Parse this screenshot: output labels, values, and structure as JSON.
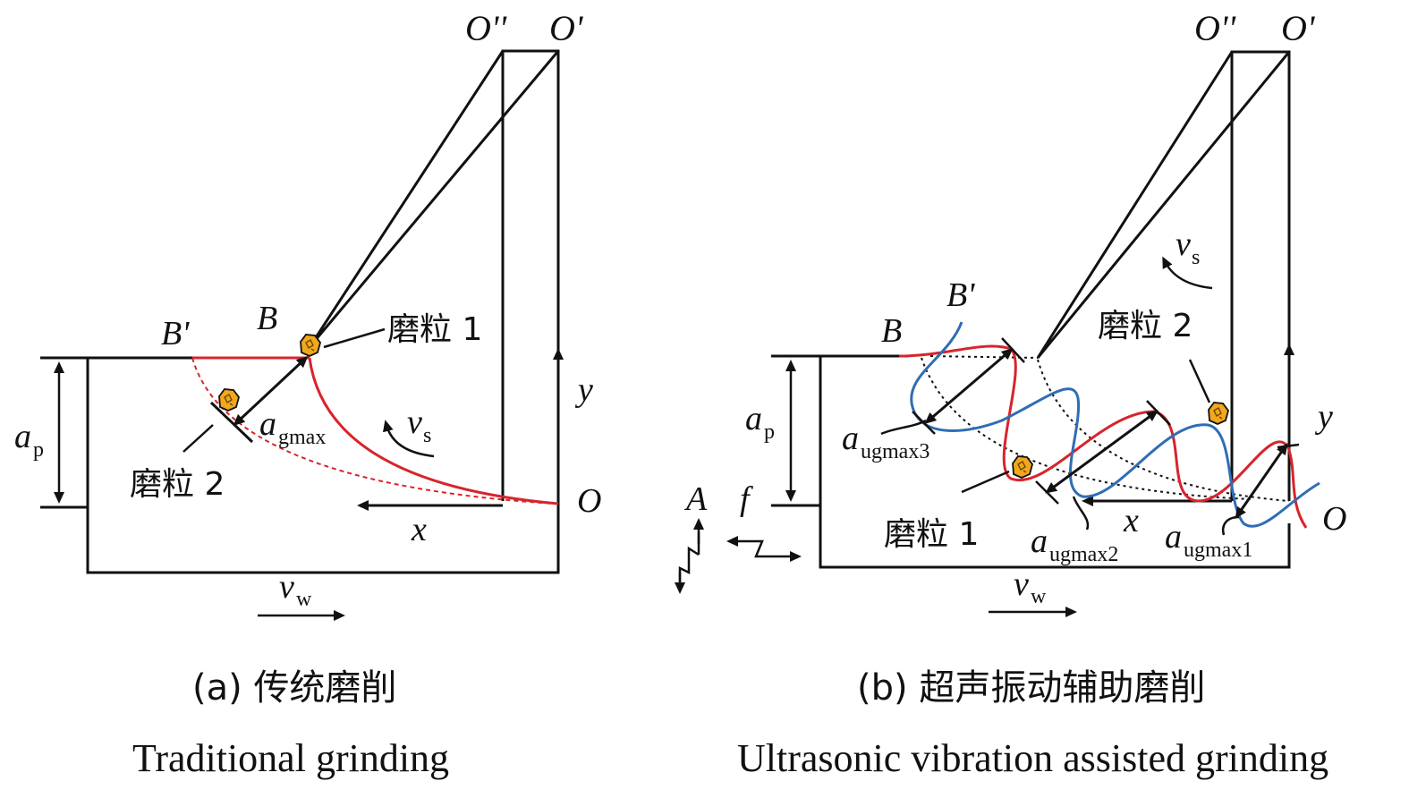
{
  "panel_a": {
    "labels": {
      "o2": "O''",
      "o1": "O'",
      "b_prime": "B'",
      "b": "B",
      "grain1": "磨粒 1",
      "grain2": "磨粒 2",
      "y": "y",
      "x": "x",
      "o": "O",
      "ap": "a",
      "ap_sub": "p",
      "agmax": "a",
      "agmax_sub": "gmax",
      "vs": "v",
      "vs_sub": "s",
      "vw": "v",
      "vw_sub": "w"
    },
    "caption_cn": "(a) 传统磨削",
    "caption_en": "Traditional grinding"
  },
  "panel_b": {
    "labels": {
      "o2": "O''",
      "o1": "O'",
      "b_prime": "B'",
      "b": "B",
      "grain1": "磨粒 1",
      "grain2": "磨粒 2",
      "y": "y",
      "x": "x",
      "o": "O",
      "ap": "a",
      "ap_sub": "p",
      "vs": "v",
      "vs_sub": "s",
      "vw": "v",
      "vw_sub": "w",
      "a": "A",
      "f": "f",
      "augmax1": "a",
      "augmax1_sub": "ugmax1",
      "augmax2": "a",
      "augmax2_sub": "ugmax2",
      "augmax3": "a",
      "augmax3_sub": "ugmax3"
    },
    "caption_cn": "(b) 超声振动辅助磨削",
    "caption_en": "Ultrasonic vibration assisted grinding"
  },
  "colors": {
    "cut_path": "#d7242b",
    "vibration_path": "#2f6db5",
    "grain": "#f2a81d",
    "line": "#111111"
  }
}
